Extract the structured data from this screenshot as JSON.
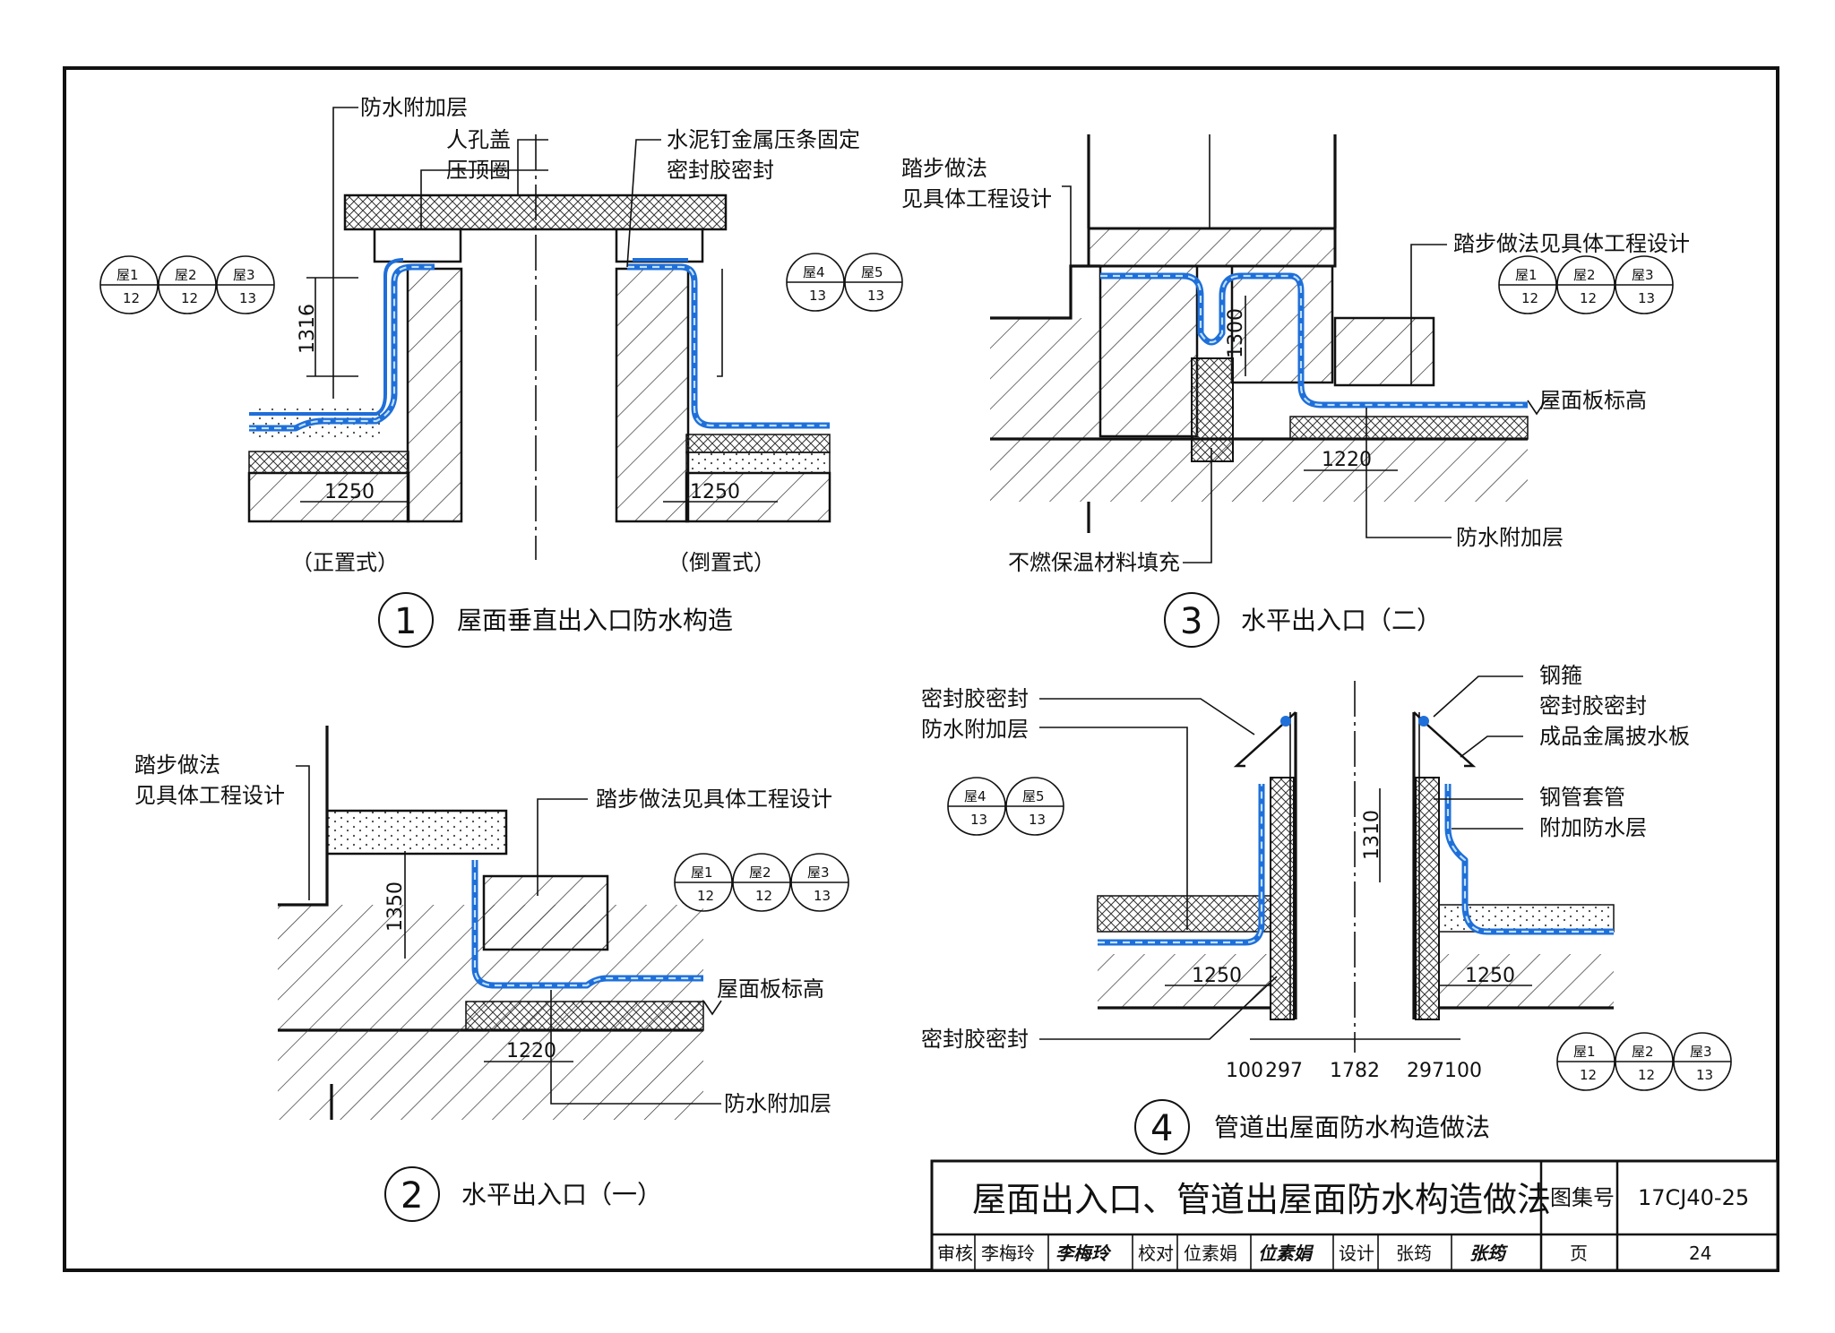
{
  "colors": {
    "membrane": "#1f6fd8",
    "membrane_dash": "#bfe1ff",
    "line": "#111111"
  },
  "ref_main": {
    "r1": "屋1",
    "r2": "屋2",
    "r3": "屋3",
    "r4": "屋4",
    "r5": "屋5",
    "p12": "12",
    "p13": "13"
  },
  "d1": {
    "num": "1",
    "title": "屋面垂直出入口防水构造",
    "labels": {
      "extra_layer": "防水附加层",
      "manhole": "人孔盖",
      "ring": "压顶圈",
      "nail": "水泥钉金属压条固定",
      "seal": "密封胶密封"
    },
    "dims": {
      "h": "1316",
      "w1": "1250",
      "w2": "1250"
    },
    "sub_left": "（正置式）",
    "sub_right": "（倒置式）"
  },
  "d2": {
    "num": "2",
    "title": "水平出入口（一）",
    "labels": {
      "step1": "踏步做法",
      "step2": "见具体工程设计",
      "step3": "踏步做法见具体工程设计",
      "roof_level": "屋面板标高",
      "extra_layer": "防水附加层"
    },
    "dims": {
      "h": "1350",
      "w": "1220"
    }
  },
  "d3": {
    "num": "3",
    "title": "水平出入口（二）",
    "labels": {
      "step1": "踏步做法",
      "step2": "见具体工程设计",
      "step3": "踏步做法见具体工程设计",
      "roof_level": "屋面板标高",
      "extra_layer": "防水附加层",
      "fill": "不燃保温材料填充"
    },
    "dims": {
      "h": "1300",
      "w": "1220"
    }
  },
  "d4": {
    "num": "4",
    "title": "管道出屋面防水构造做法",
    "labels": {
      "seal_a": "密封胶密封",
      "extra_layer": "防水附加层",
      "seal_b": "密封胶密封",
      "hoop": "钢箍",
      "seal_c": "密封胶密封",
      "flashing": "成品金属披水板",
      "sleeve": "钢管套管",
      "add_layer": "附加防水层"
    },
    "dims": {
      "h": "1310",
      "w1": "1250",
      "w2": "1250",
      "b1": "100",
      "b2": "297",
      "b3": "1782",
      "b4": "297",
      "b5": "100"
    }
  },
  "title_block": {
    "title": "屋面出入口、管道出屋面防水构造做法",
    "atlas_label": "图集号",
    "atlas_no": "17CJ40-25",
    "review_label": "审核",
    "reviewer": "李梅玲",
    "review_sig": "李梅玲",
    "check_label": "校对",
    "checker": "位素娟",
    "check_sig": "位素娟",
    "design_label": "设计",
    "designer": "张筠",
    "design_sig": "张筠",
    "page_label": "页",
    "page_no": "24"
  }
}
